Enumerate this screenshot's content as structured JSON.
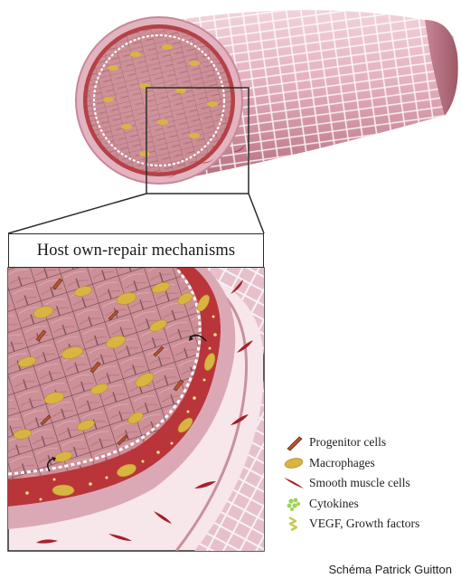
{
  "inset": {
    "title": "Host own-repair mechanisms"
  },
  "legend": {
    "items": [
      {
        "icon": "progenitor-cell-icon",
        "label": "Progenitor cells",
        "color": "#b5532e"
      },
      {
        "icon": "macrophage-icon",
        "label": "Macrophages",
        "color": "#d9b443"
      },
      {
        "icon": "smooth-muscle-cell-icon",
        "label": "Smooth muscle cells",
        "color": "#a3222b"
      },
      {
        "icon": "cytokine-icon",
        "label": "Cytokines",
        "color": "#9ed45a"
      },
      {
        "icon": "growth-factor-icon",
        "label": "VEGF, Growth factors",
        "color": "#c8c84a"
      }
    ]
  },
  "credit": "Schéma Patrick Guitton",
  "colors": {
    "vessel_wall": "#d8a1b0",
    "lumen": "#c98c94",
    "media": "#b9353a",
    "scaffold_line": "#ffffff",
    "outline": "#2b2b2b"
  }
}
